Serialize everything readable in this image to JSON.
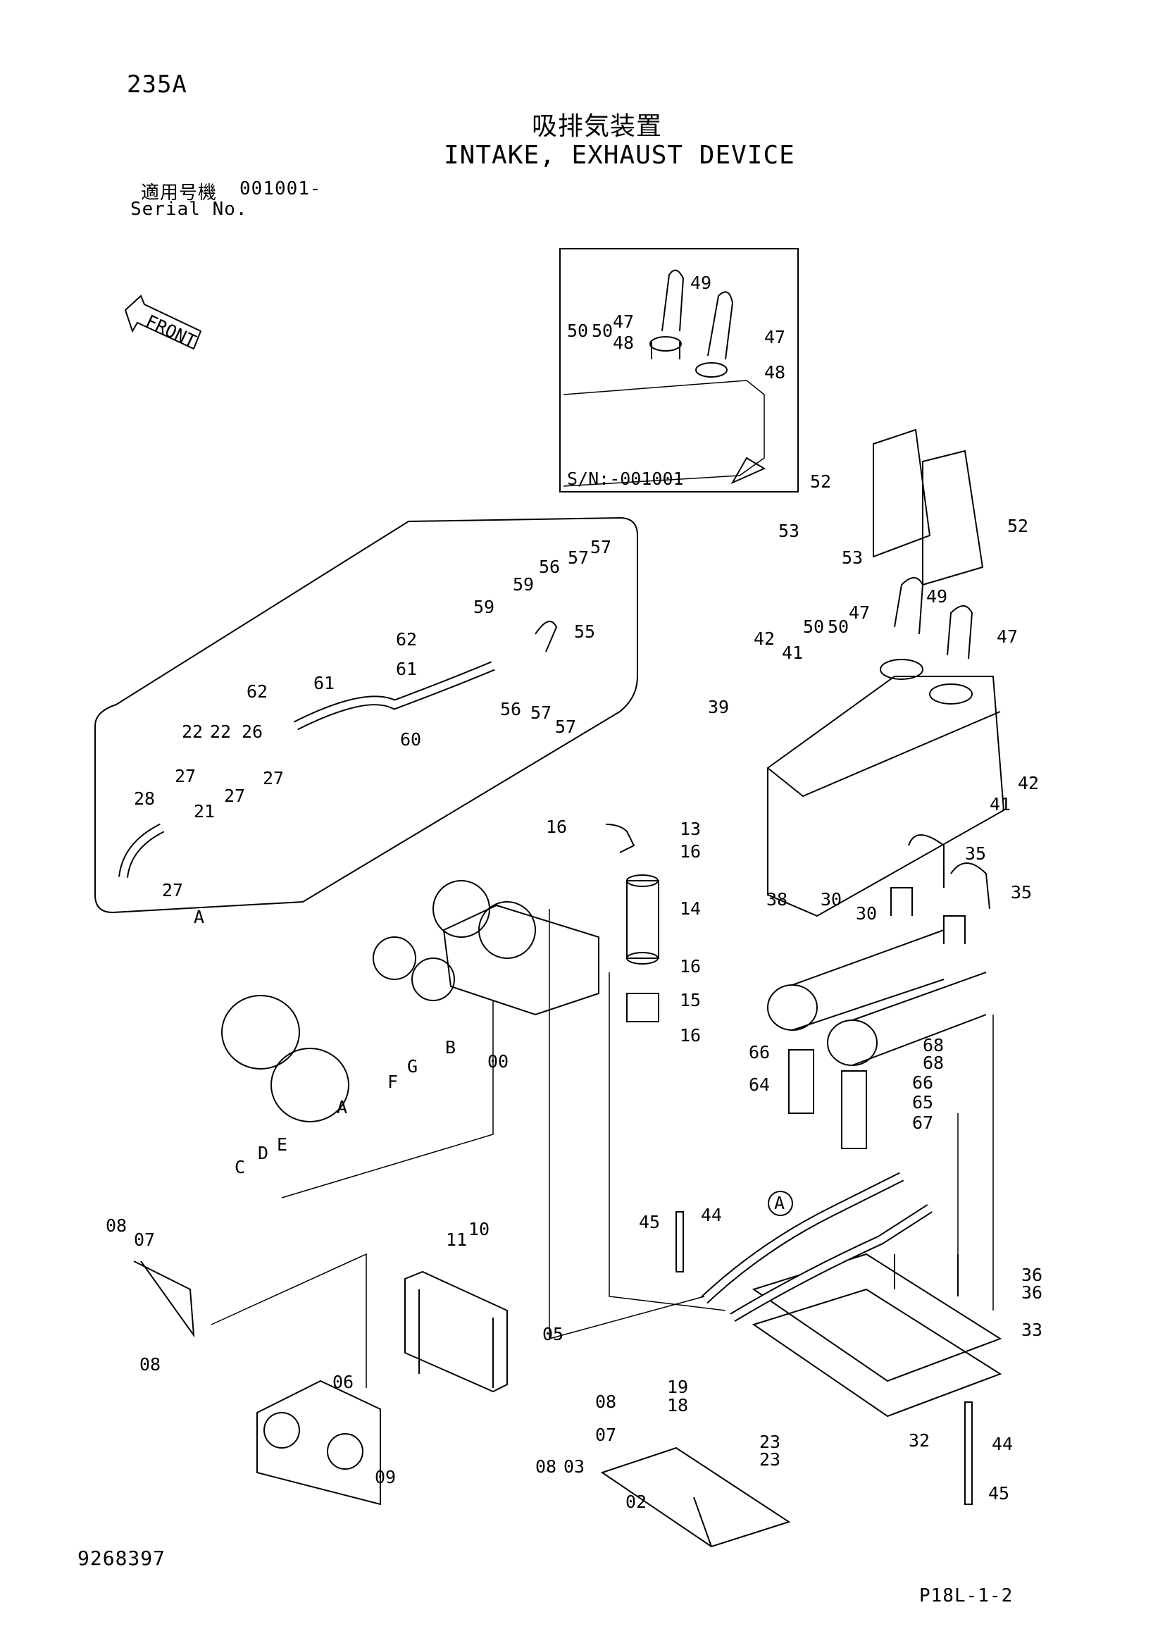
{
  "header": {
    "page_no": "235A",
    "title_jp": "吸排気装置",
    "title_en": "INTAKE, EXHAUST DEVICE",
    "serial_label_jp": "適用号機",
    "serial_value": "001001-",
    "serial_label_en": "Serial No."
  },
  "front_label": "FRONT",
  "inset": {
    "label": "S/N:-001001"
  },
  "footer": {
    "drawing_no": "9268397",
    "page_code": "P18L-1-2"
  },
  "callouts": {
    "inset": [
      "49",
      "50",
      "50",
      "47",
      "48",
      "47",
      "48"
    ],
    "upper_right": [
      "52",
      "52",
      "53",
      "53",
      "49",
      "47",
      "47",
      "50",
      "50",
      "42",
      "41",
      "39",
      "42",
      "41",
      "38",
      "35",
      "35",
      "30",
      "30"
    ],
    "detail_a": [
      "56",
      "57",
      "57",
      "59",
      "55",
      "59",
      "62",
      "61",
      "62",
      "61",
      "60",
      "56",
      "57",
      "57",
      "22",
      "22",
      "26",
      "27",
      "27",
      "27",
      "28",
      "21",
      "27",
      "A"
    ],
    "intake": [
      "16",
      "13",
      "16",
      "14",
      "16",
      "15",
      "16",
      "00",
      "B",
      "G",
      "F",
      "A",
      "E",
      "D",
      "C"
    ],
    "exhaust": [
      "68",
      "68",
      "66",
      "66",
      "64",
      "65",
      "67"
    ],
    "lower": [
      "A",
      "44",
      "45",
      "36",
      "36",
      "33",
      "08",
      "07",
      "11",
      "10",
      "05",
      "08",
      "06",
      "08",
      "07",
      "19",
      "18",
      "23",
      "23",
      "08",
      "03",
      "09",
      "02",
      "32",
      "44",
      "45"
    ]
  }
}
